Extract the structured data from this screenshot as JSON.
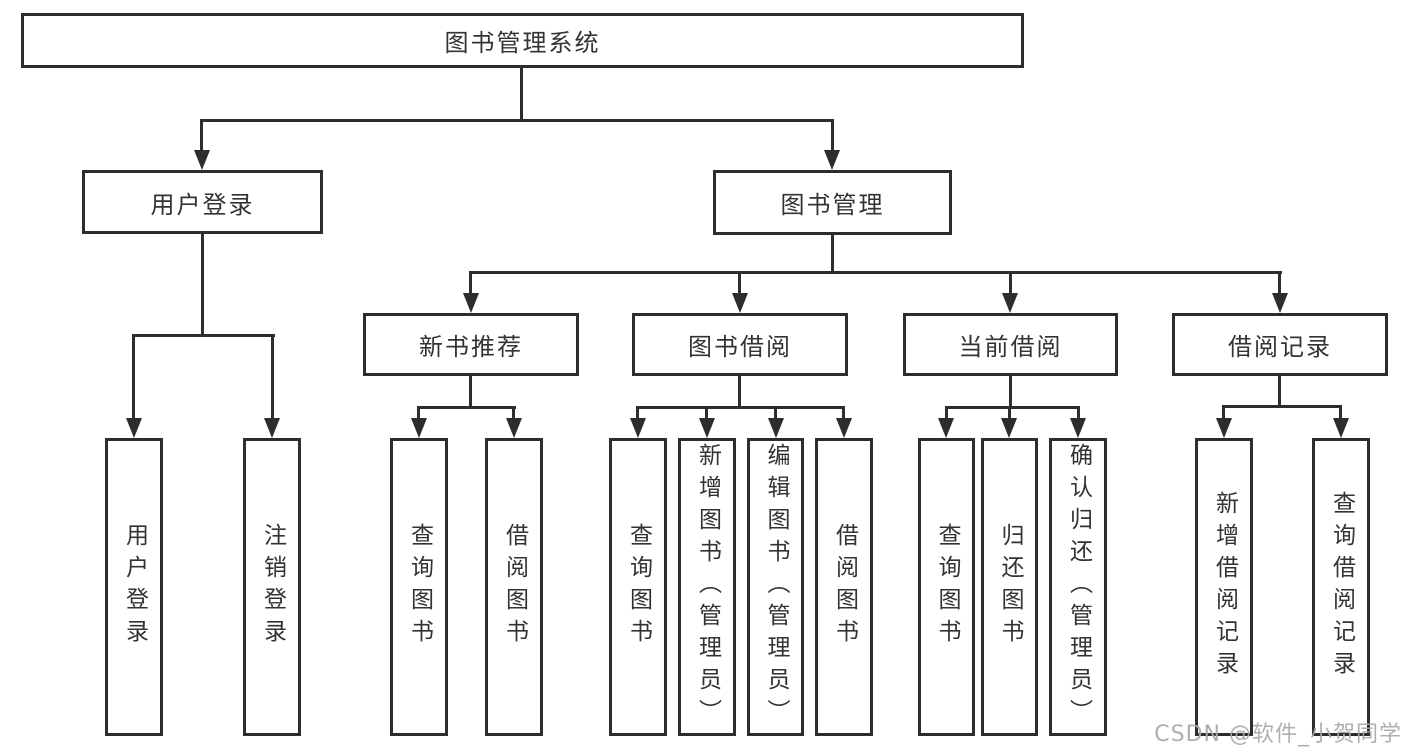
{
  "tree": {
    "root": {
      "label": "图书管理系统"
    },
    "branches": [
      {
        "label": "用户登录",
        "leaves": [
          {
            "label": "用户登录"
          },
          {
            "label": "注销登录"
          }
        ]
      },
      {
        "label": "图书管理",
        "sections": [
          {
            "label": "新书推荐",
            "leaves": [
              {
                "label": "查询图书"
              },
              {
                "label": "借阅图书"
              }
            ]
          },
          {
            "label": "图书借阅",
            "leaves": [
              {
                "label": "查询图书"
              },
              {
                "label": "新增图书（管理员）"
              },
              {
                "label": "编辑图书（管理员）"
              },
              {
                "label": "借阅图书"
              }
            ]
          },
          {
            "label": "当前借阅",
            "leaves": [
              {
                "label": "查询图书"
              },
              {
                "label": "归还图书"
              },
              {
                "label": "确认归还（管理员）"
              }
            ]
          },
          {
            "label": "借阅记录",
            "leaves": [
              {
                "label": "新增借阅记录"
              },
              {
                "label": "查询借阅记录"
              }
            ]
          }
        ]
      }
    ]
  },
  "watermark": {
    "text": "CSDN @软件_小贺同学"
  },
  "colors": {
    "line": "#2d2d2d",
    "text": "#333333",
    "box_bg": "#ffffff",
    "watermark": "#a8a8a8"
  }
}
